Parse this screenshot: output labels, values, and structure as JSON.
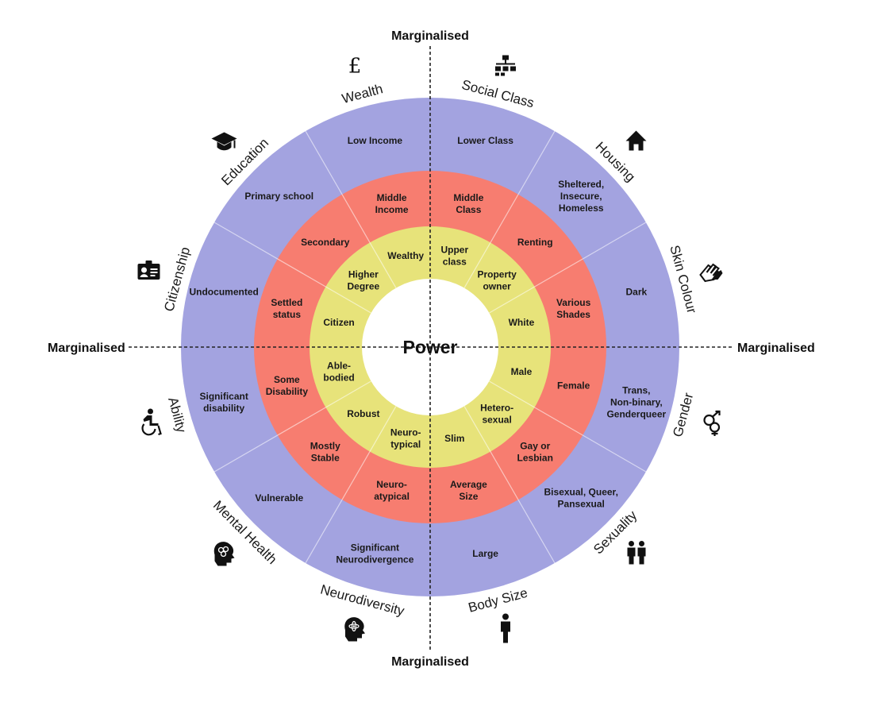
{
  "center_label": "Power",
  "axis_labels": {
    "top": "Marginalised",
    "bottom": "Marginalised",
    "left": "Marginalised",
    "right": "Marginalised"
  },
  "colors": {
    "outer": "#a3a3e0",
    "middle": "#f77d70",
    "inner": "#e7e37a",
    "core": "#ffffff"
  },
  "categories": [
    {
      "name": "Social Class",
      "icon": "org-chart-icon",
      "power": "Upper class",
      "middle": "Middle Class",
      "outer": "Lower Class"
    },
    {
      "name": "Housing",
      "icon": "house-icon",
      "power": "Property owner",
      "middle": "Renting",
      "outer": "Sheltered, Insecure, Homeless"
    },
    {
      "name": "Skin Colour",
      "icon": "hands-icon",
      "power": "White",
      "middle": "Various Shades",
      "outer": "Dark"
    },
    {
      "name": "Gender",
      "icon": "gender-icon",
      "power": "Male",
      "middle": "Female",
      "outer": "Trans, Non-binary, Genderqueer"
    },
    {
      "name": "Sexuality",
      "icon": "couple-icon",
      "power": "Hetero- sexual",
      "middle": "Gay or Lesbian",
      "outer": "Bisexual, Queer, Pansexual"
    },
    {
      "name": "Body Size",
      "icon": "person-icon",
      "power": "Slim",
      "middle": "Average Size",
      "outer": "Large"
    },
    {
      "name": "Neurodiversity",
      "icon": "atom-head-icon",
      "power": "Neuro- typical",
      "middle": "Neuro- atypical",
      "outer": "Significant Neurodivergence"
    },
    {
      "name": "Mental Health",
      "icon": "brain-head-icon",
      "power": "Robust",
      "middle": "Mostly Stable",
      "outer": "Vulnerable"
    },
    {
      "name": "Ability",
      "icon": "wheelchair-icon",
      "power": "Able- bodied",
      "middle": "Some Disability",
      "outer": "Significant disability"
    },
    {
      "name": "Citizenship",
      "icon": "id-card-icon",
      "power": "Citizen",
      "middle": "Settled status",
      "outer": "Undocumented"
    },
    {
      "name": "Education",
      "icon": "graduation-cap-icon",
      "power": "Higher Degree",
      "middle": "Secondary",
      "outer": "Primary school"
    },
    {
      "name": "Wealth",
      "icon": "pound-icon",
      "power": "Wealthy",
      "middle": "Middle Income",
      "outer": "Low Income"
    }
  ]
}
